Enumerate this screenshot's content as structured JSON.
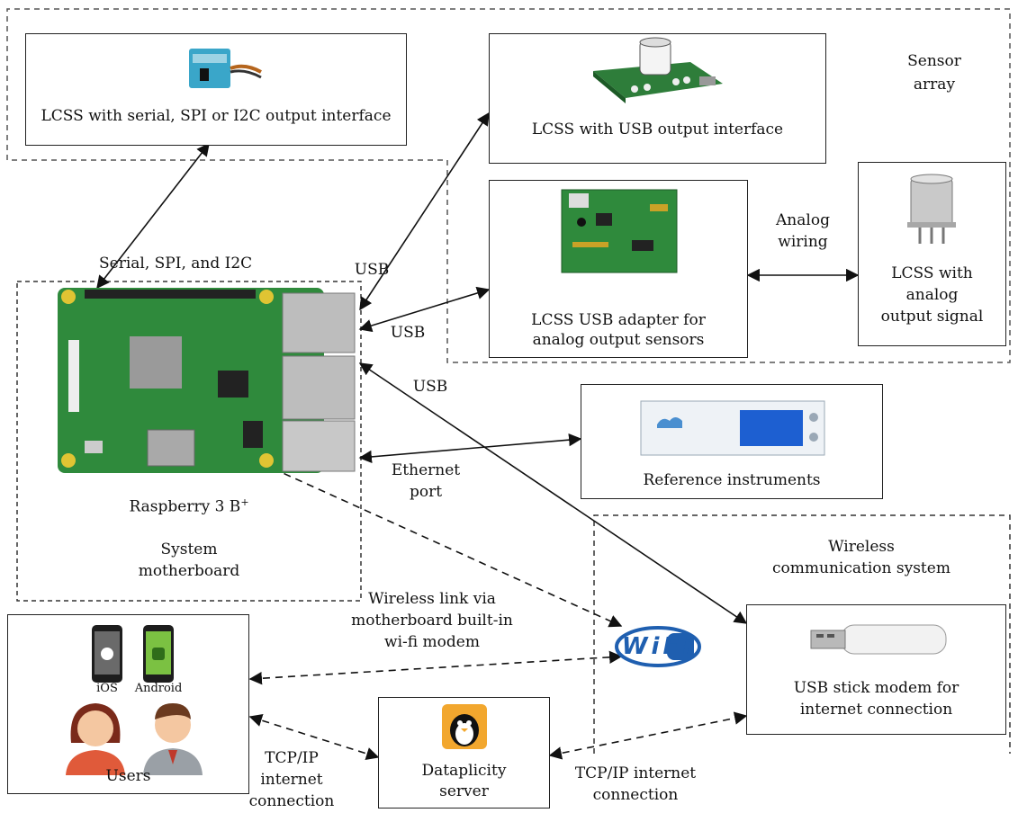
{
  "regions": {
    "sensor_array": "Sensor array",
    "system_motherboard": "System motherboard",
    "wireless_system": "Wireless communication system"
  },
  "boxes": {
    "serial_sensor": "LCSS with serial, SPI or I2C output interface",
    "usb_sensor": "LCSS with USB output interface",
    "usb_adapter_line1": "LCSS USB adapter for",
    "usb_adapter_line2": "analog output sensors",
    "analog_sensor_line1": "LCSS with",
    "analog_sensor_line2": "analog",
    "analog_sensor_line3": "output signal",
    "reference": "Reference instruments",
    "modem_line1": "USB stick modem for",
    "modem_line2": "internet connection",
    "server_line1": "Dataplicity",
    "server_line2": "server",
    "users": "Users",
    "board_name": "Raspberry 3 B",
    "board_sup": "+"
  },
  "phones": {
    "ios": "iOS",
    "android": "Android"
  },
  "links": {
    "serial_spi_i2c": "Serial, SPI, and I2C",
    "usb_1": "USB",
    "usb_2": "USB",
    "usb_3": "USB",
    "analog_line1": "Analog",
    "analog_line2": "wiring",
    "ethernet_line1": "Ethernet",
    "ethernet_line2": "port",
    "wireless_line1": "Wireless link via",
    "wireless_line2": "motherboard built-in",
    "wireless_line3": "wi-fi modem",
    "tcp_left_line1": "TCP/IP",
    "tcp_left_line2": "internet",
    "tcp_left_line3": "connection",
    "tcp_right_line1": "TCP/IP internet",
    "tcp_right_line2": "connection"
  },
  "wifi_logo": "WiFi",
  "colors": {
    "pcb_green": "#2f8a3c",
    "line": "#111111",
    "wifi_blue": "#1f5fb0"
  }
}
